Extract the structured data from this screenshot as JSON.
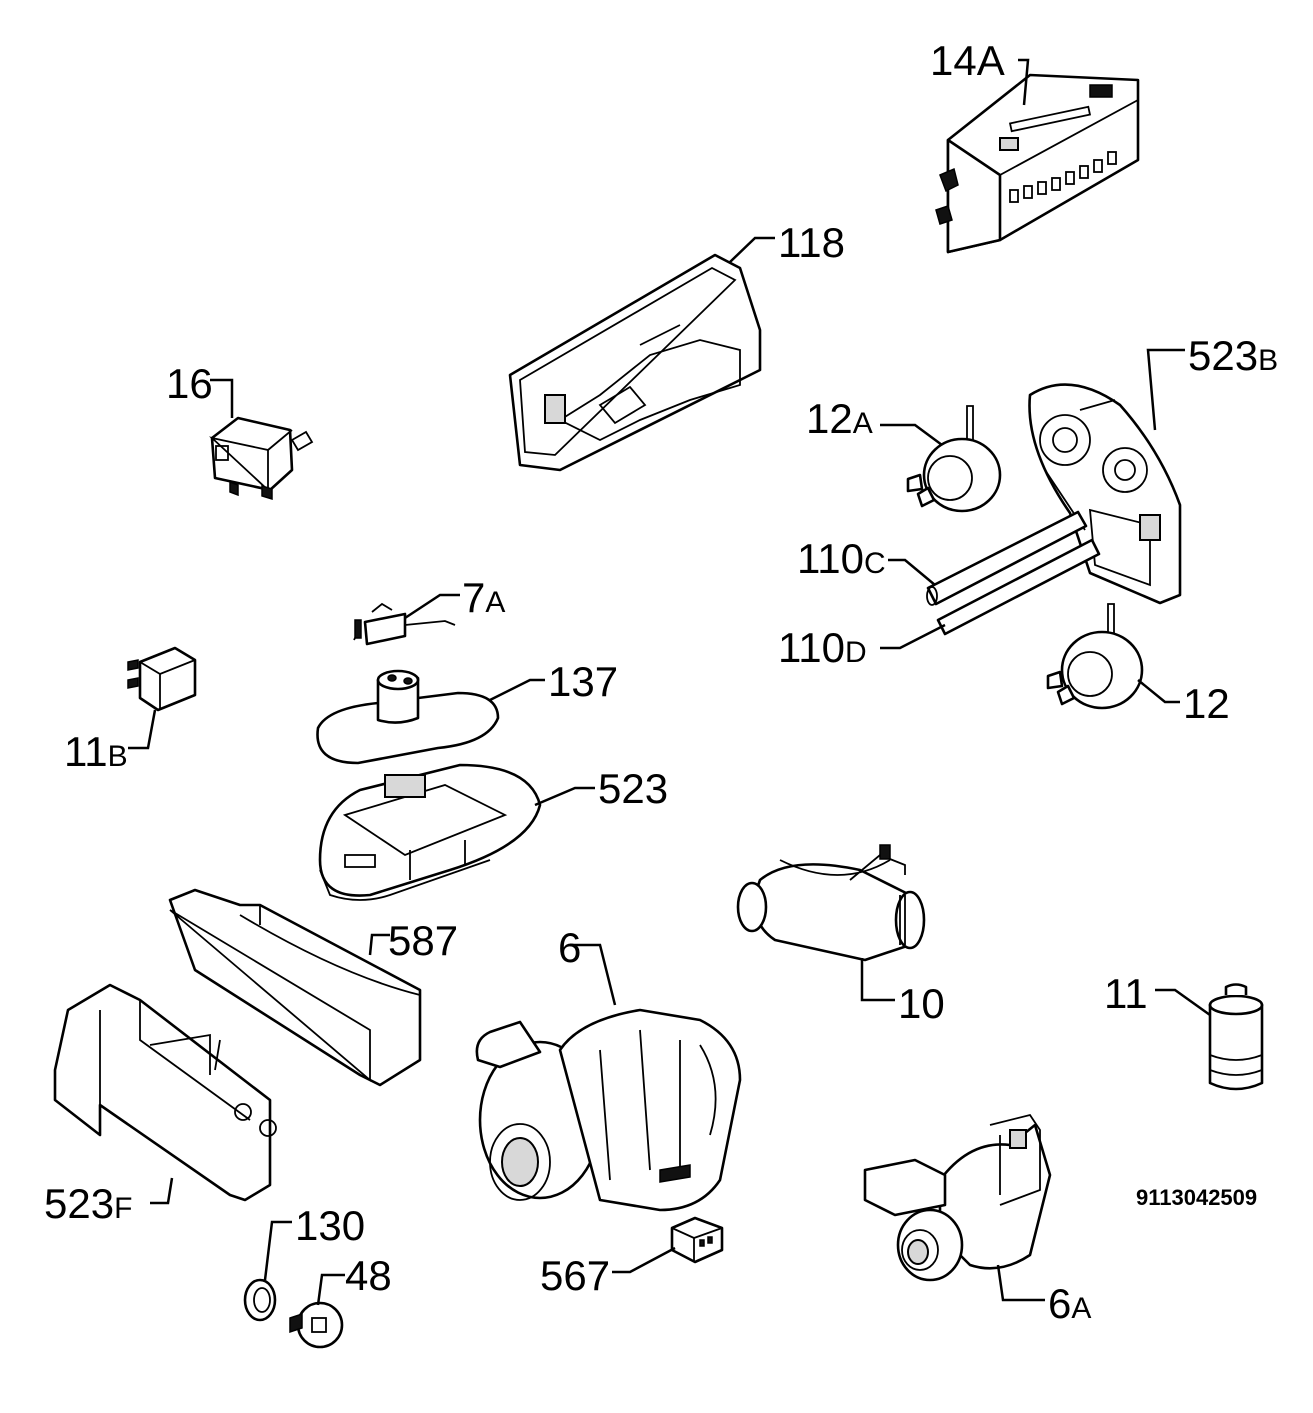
{
  "labels": {
    "p14A": "14A",
    "p118": "118",
    "p523B": "523B",
    "p16": "16",
    "p12A": "12A",
    "p110C": "110C",
    "p110D": "110D",
    "p12": "12",
    "p7A": "7A",
    "p137": "137",
    "p11B": "11B",
    "p523": "523",
    "p587": "587",
    "p6": "6",
    "p10": "10",
    "p11": "11",
    "p523F": "523F",
    "p130": "130",
    "p48": "48",
    "p567": "567",
    "p6A": "6A"
  },
  "diagram_code": "9113042509"
}
